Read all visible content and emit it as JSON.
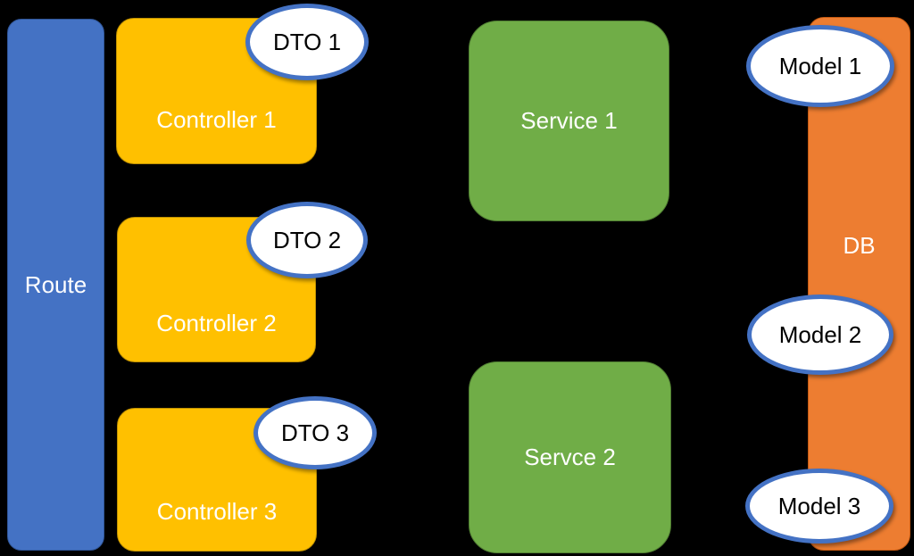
{
  "background_color": "#000000",
  "palette": {
    "route_blue": "#4472C4",
    "controller_gold": "#FFC000",
    "service_green": "#70AD47",
    "db_orange": "#ED7D31",
    "ellipse_border_blue": "#4472C4",
    "ellipse_fill": "#FFFFFF",
    "label_on_shape": "#FFFFFF",
    "label_on_ellipse": "#000000"
  },
  "diagram": {
    "route": {
      "label": "Route"
    },
    "controllers": [
      {
        "label": "Controller 1"
      },
      {
        "label": "Controller 2"
      },
      {
        "label": "Controller 3"
      }
    ],
    "dtos": [
      {
        "label": "DTO 1"
      },
      {
        "label": "DTO 2"
      },
      {
        "label": "DTO 3"
      }
    ],
    "services": [
      {
        "label": "Service 1"
      },
      {
        "label": "Servce 2"
      }
    ],
    "db": {
      "label": "DB"
    },
    "models": [
      {
        "label": "Model 1"
      },
      {
        "label": "Model 2"
      },
      {
        "label": "Model 3"
      }
    ]
  }
}
